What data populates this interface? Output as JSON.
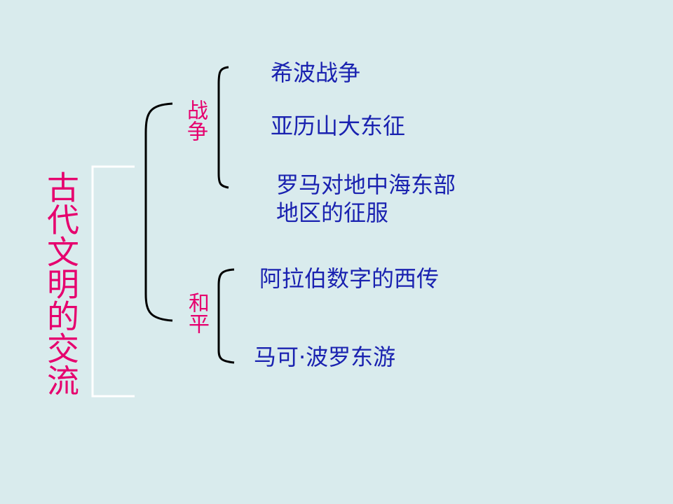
{
  "root": {
    "title": "古代文明的交流"
  },
  "branches": [
    {
      "label": "战争",
      "items": [
        "希波战争",
        "亚历山大东征",
        "罗马对地中海东部地区的征服"
      ]
    },
    {
      "label": "和平",
      "items": [
        "阿拉伯数字的西传",
        "马可·波罗东游"
      ]
    }
  ],
  "colors": {
    "background": "#d9ebed",
    "category_text": "#e6006e",
    "item_text": "#1a22b0",
    "bracket_black": "#000000",
    "bracket_white": "#ffffff"
  }
}
